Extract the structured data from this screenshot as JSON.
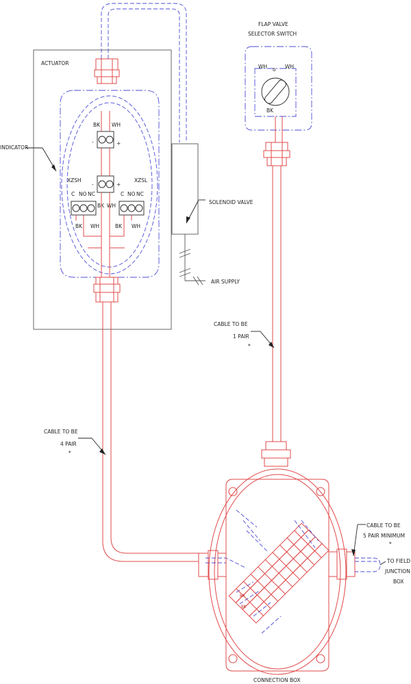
{
  "labels": {
    "actuator": "ACTUATOR",
    "flap_valve_line1": "FLAP VALVE",
    "flap_valve_line2": "SELECTOR SWITCH",
    "indicator": "INDICATOR",
    "solenoid_valve": "SOLENOID VALVE",
    "air_supply": "AIR SUPPLY",
    "cable_1pair_line1": "CABLE TO BE",
    "cable_1pair_line2": "1 PAIR",
    "cable_4pair_line1": "CABLE TO BE",
    "cable_4pair_line2": "4 PAIR",
    "cable_5pair_line1": "CABLE TO BE",
    "cable_5pair_line2": "5 PAIR MINIMUM",
    "to_field_line1": "TO FIELD",
    "to_field_line2": "JUNCTION",
    "to_field_line3": "BOX",
    "connection_box": "CONNECTION BOX",
    "asterisk": "*"
  },
  "indicator_wiring": {
    "top_terminal": {
      "left": "BK",
      "right": "WH",
      "minus": "-",
      "plus": "+"
    },
    "mid_terminal": {
      "left": "BK",
      "right": "WH",
      "minus": "-",
      "plus": "+"
    },
    "xzsh": {
      "name": "XZSH",
      "c": "C",
      "no": "NO",
      "nc": "NC",
      "wire1": "BK",
      "wire2": "WH"
    },
    "xzsl": {
      "name": "XZSL",
      "c": "C",
      "no": "NO",
      "nc": "NC",
      "wire1": "BK",
      "wire2": "WH"
    }
  },
  "selector_switch": {
    "left": "WH",
    "right": "WH",
    "bottom": "BK",
    "center": "o"
  },
  "connection_box_wires": {
    "left": [
      "WH",
      "BK"
    ],
    "right_terminals": [
      "WH",
      "BK"
    ]
  },
  "colors": {
    "field_wiring": "#4b4bd6",
    "cable": "#e04848",
    "enclosure": "#555555"
  }
}
